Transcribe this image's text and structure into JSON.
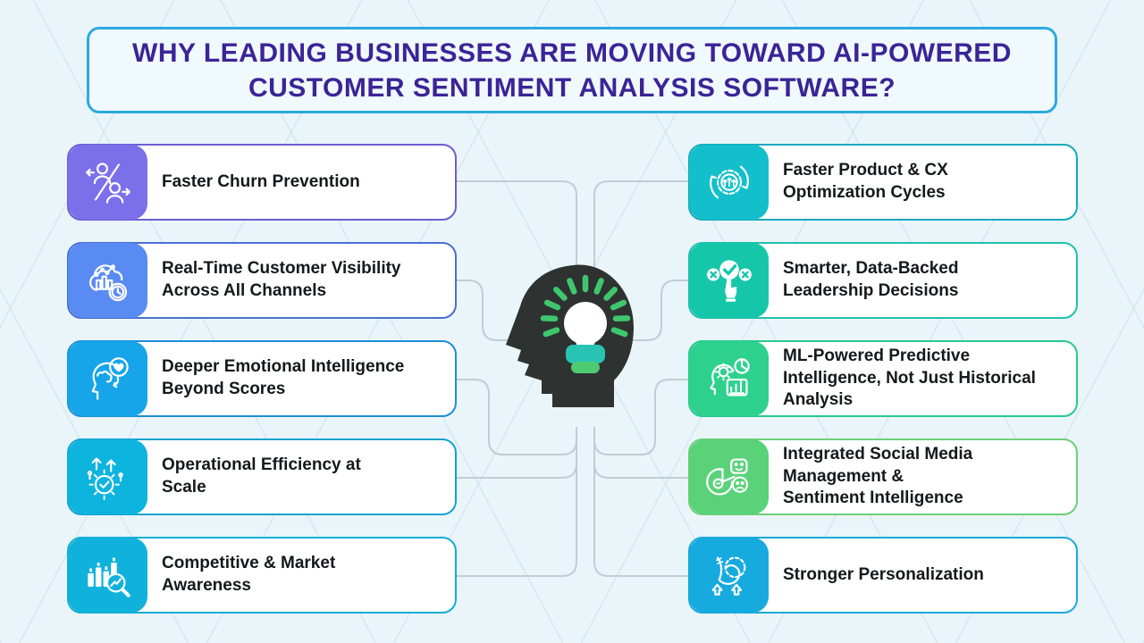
{
  "title": {
    "text": "WHY LEADING BUSINESSES ARE MOVING TOWARD AI-POWERED\nCUSTOMER SENTIMENT ANALYSIS SOFTWARE?",
    "text_color": "#3b2496",
    "border_color": "#2ca9dd"
  },
  "background_color": "#eaf5fa",
  "connector_color": "#c2ccd4",
  "center_graphic": {
    "name": "head-with-lightbulb",
    "head_color": "#2e3231",
    "bulb_color": "#ffffff",
    "band_color": "#29c3b3",
    "base_color": "#4ecb70",
    "rays_color": "#3fc76d"
  },
  "left_items": [
    {
      "label": "Faster Churn Prevention",
      "icon": "customer-churn-icon",
      "tile_color": "#7b70e9",
      "border_color": "#6b5ed2"
    },
    {
      "label": "Real-Time Customer Visibility\nAcross All Channels",
      "icon": "realtime-visibility-icon",
      "tile_color": "#5a8bf2",
      "border_color": "#4a6ed3"
    },
    {
      "label": "Deeper Emotional Intelligence\nBeyond Scores",
      "icon": "emotional-intelligence-icon",
      "tile_color": "#16a5e9",
      "border_color": "#1c8fd6"
    },
    {
      "label": "Operational Efficiency at\nScale",
      "icon": "operational-efficiency-icon",
      "tile_color": "#0db4de",
      "border_color": "#13a3cf"
    },
    {
      "label": "Competitive & Market\nAwareness",
      "icon": "market-awareness-icon",
      "tile_color": "#10b2dc",
      "border_color": "#12aed2"
    }
  ],
  "right_items": [
    {
      "label": "Faster Product & CX\nOptimization Cycles",
      "icon": "optimization-cycles-icon",
      "tile_color": "#12bfca",
      "border_color": "#17a9bc"
    },
    {
      "label": "Smarter, Data-Backed\nLeadership Decisions",
      "icon": "leadership-decisions-icon",
      "tile_color": "#16c6a9",
      "border_color": "#1fc0ad"
    },
    {
      "label": "ML-Powered Predictive\nIntelligence, Not Just Historical\nAnalysis",
      "icon": "predictive-intelligence-icon",
      "tile_color": "#2ed08d",
      "border_color": "#27c98d"
    },
    {
      "label": "Integrated Social Media\nManagement &\nSentiment Intelligence",
      "icon": "sentiment-intelligence-icon",
      "tile_color": "#5ad279",
      "border_color": "#6ecf79"
    },
    {
      "label": "Stronger Personalization",
      "icon": "personalization-icon",
      "tile_color": "#16aadf",
      "border_color": "#1ba9d9"
    }
  ]
}
